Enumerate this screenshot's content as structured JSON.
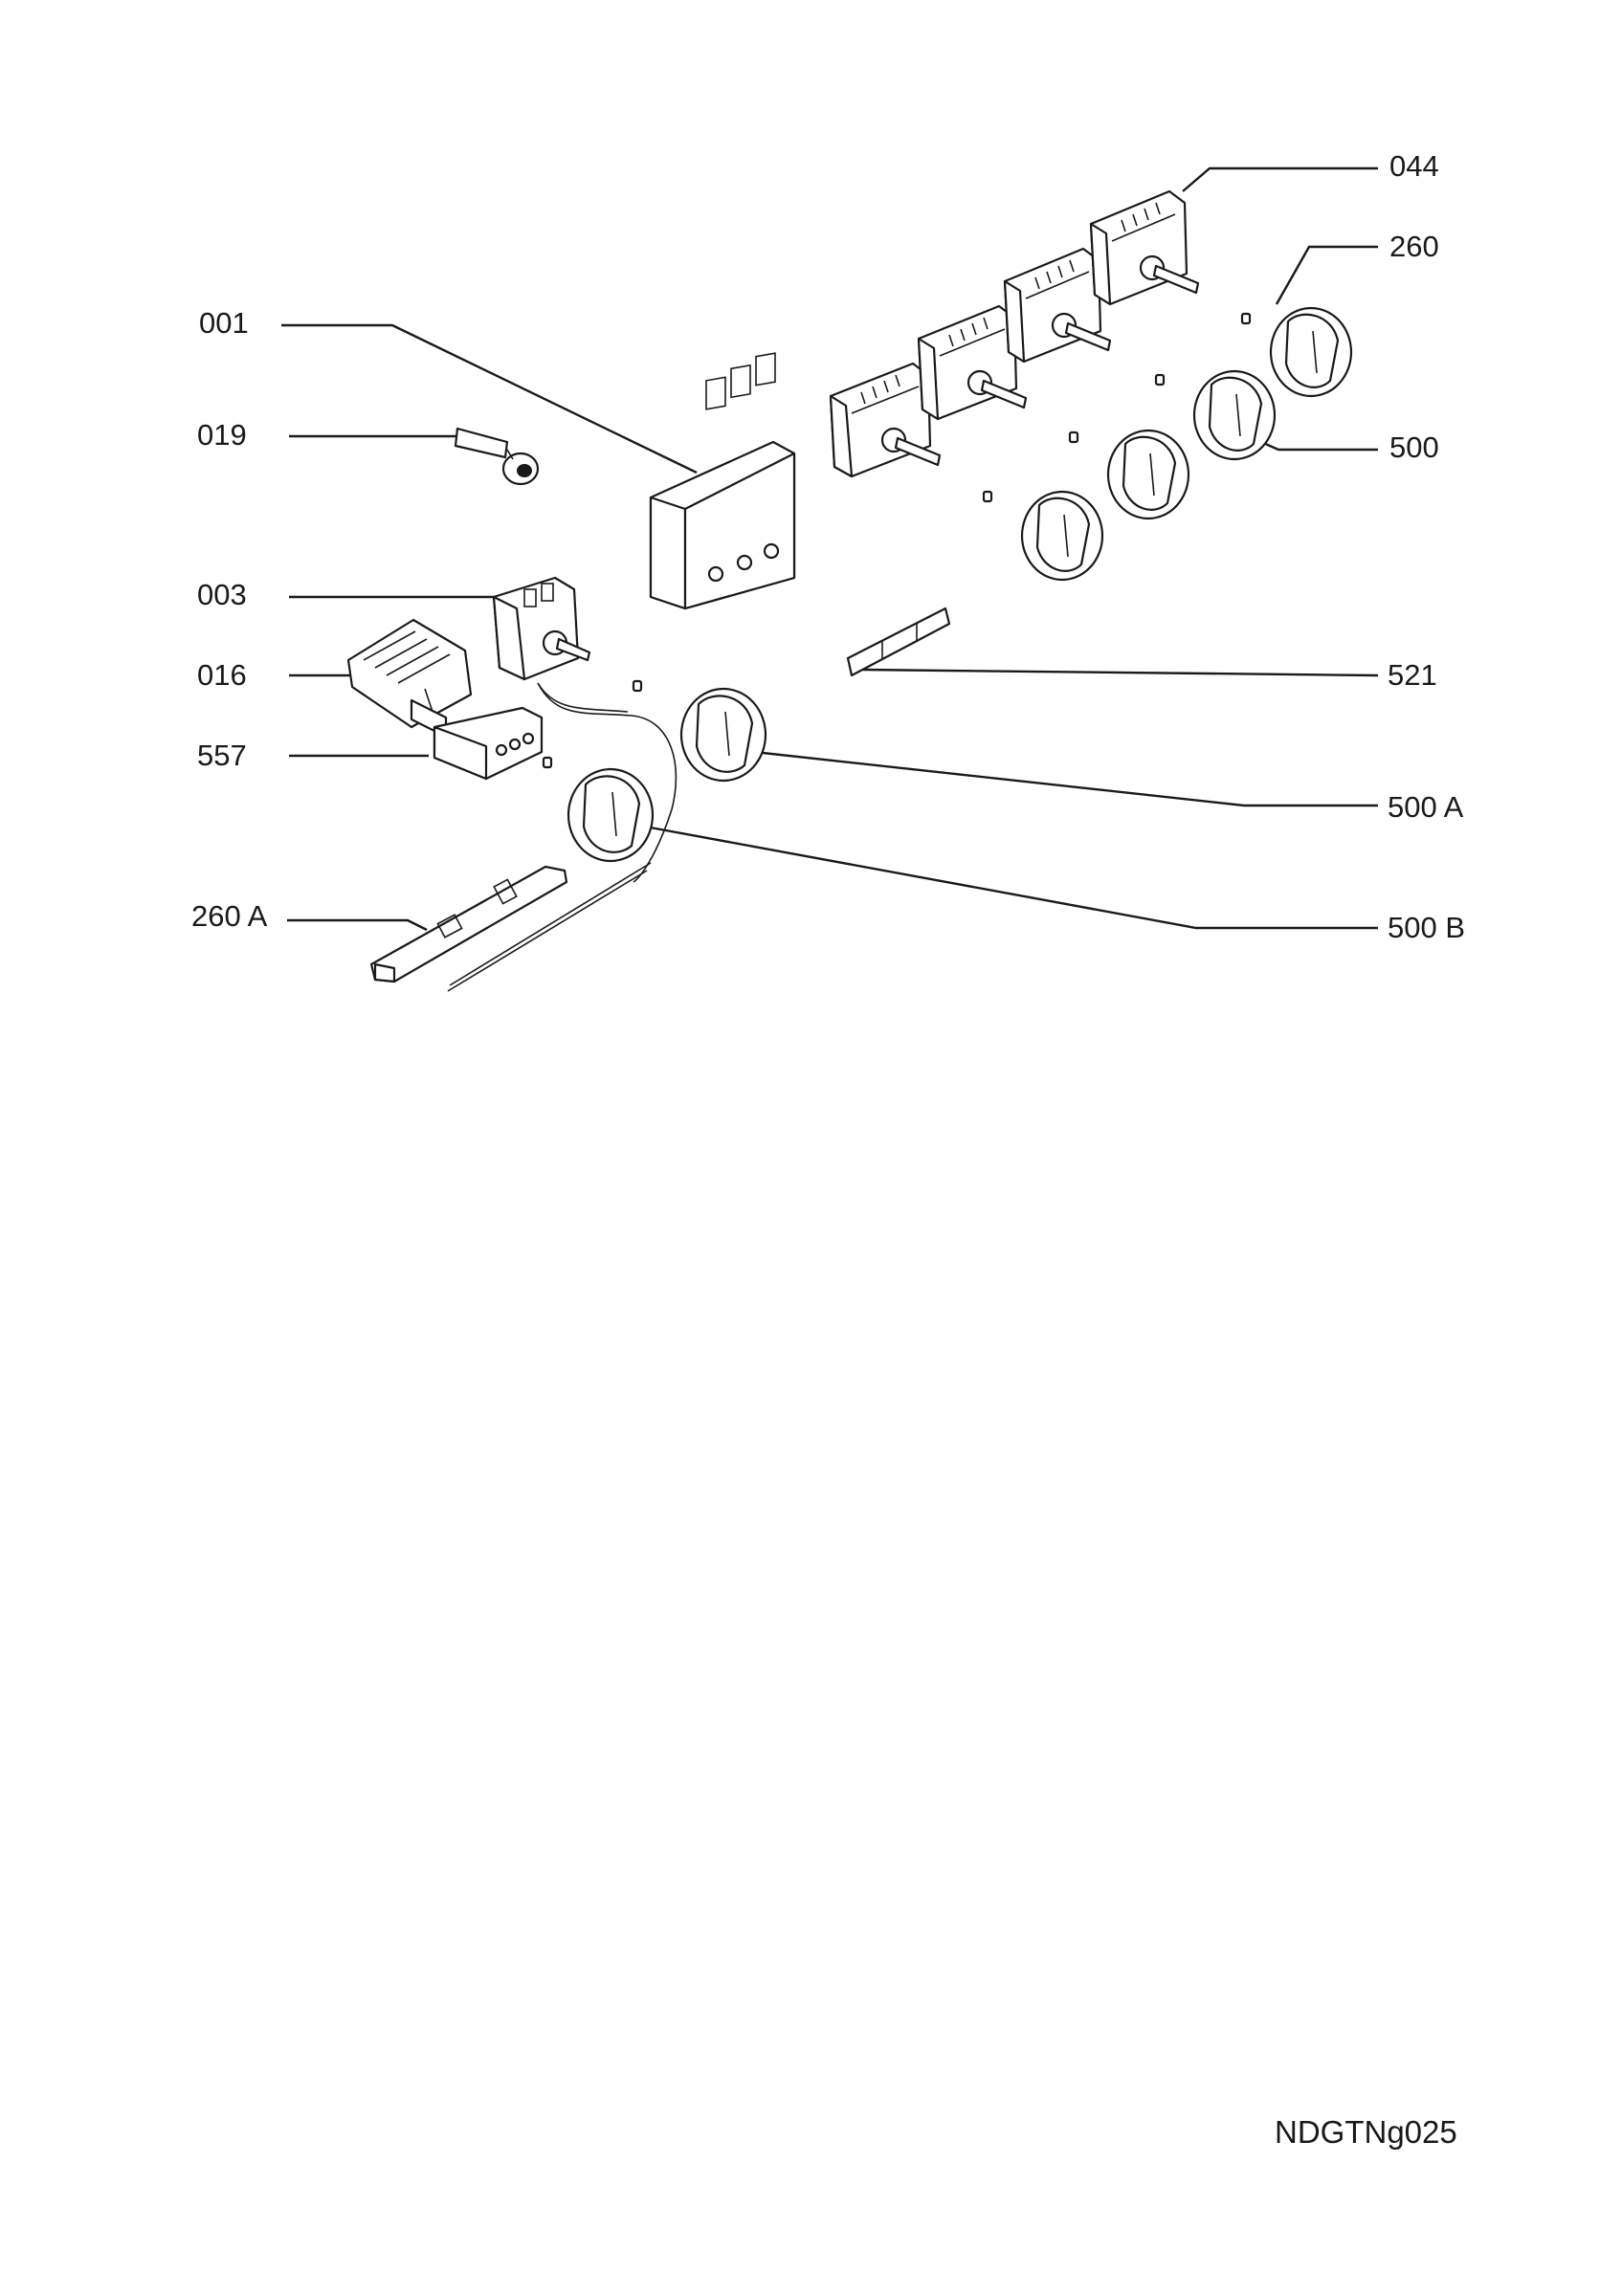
{
  "callouts": {
    "c001": "001",
    "c019": "019",
    "c003": "003",
    "c016": "016",
    "c557": "557",
    "c260a": "260 A",
    "c044": "044",
    "c260": "260",
    "c500": "500",
    "c521": "521",
    "c500a": "500 A",
    "c500b": "500 B"
  },
  "reference_code": "NDGTNg025"
}
